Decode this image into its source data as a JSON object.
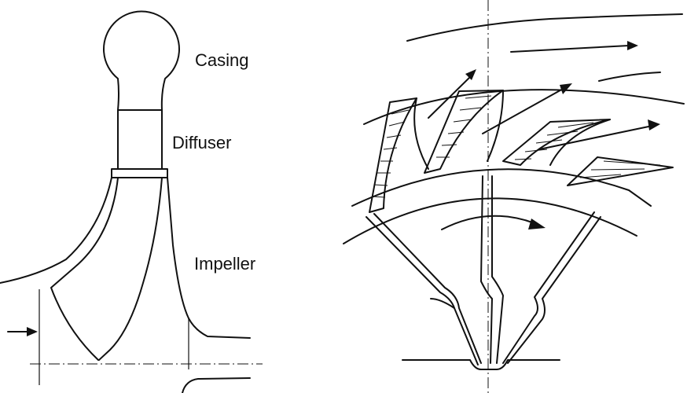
{
  "labels": {
    "casing": "Casing",
    "diffuser": "Diffuser",
    "impeller": "Impeller"
  }
}
